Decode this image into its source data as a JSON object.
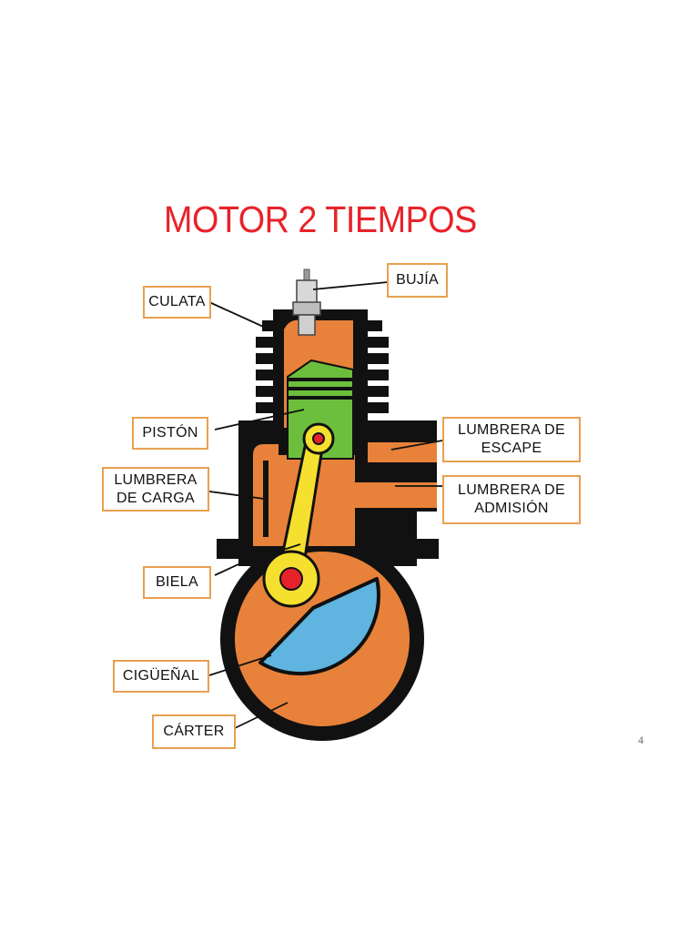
{
  "title": "MOTOR 2 TIEMPOS",
  "labels": {
    "bujia": "BUJÍA",
    "culata": "CULATA",
    "piston": "PISTÓN",
    "lumbrera_escape": [
      "LUMBRERA DE",
      "ESCAPE"
    ],
    "lumbrera_carga": [
      "LUMBRERA",
      "DE CARGA"
    ],
    "lumbrera_admision": [
      "LUMBRERA DE",
      "ADMISIÓN"
    ],
    "biela": "BIELA",
    "cigueñal": "CIGÜEÑAL",
    "carter": "CÁRTER"
  },
  "page_number": "4",
  "colors": {
    "title": "#e8222a",
    "engine_body": "#111111",
    "fuel_mix": "#e8823a",
    "piston": "#6cbf3c",
    "connecting_rod": "#f5e030",
    "crank_pin": "#e8222a",
    "crank_counterweight": "#5fb4e0",
    "label_border": "#e8a050"
  }
}
